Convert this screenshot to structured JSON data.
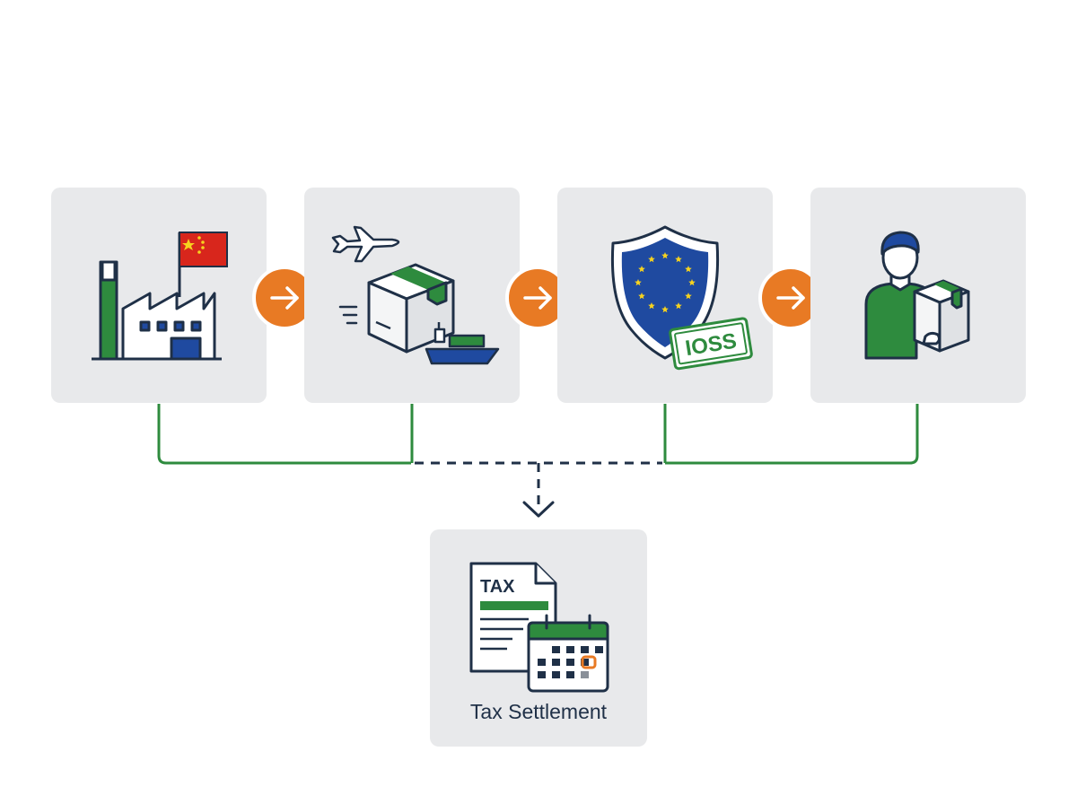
{
  "steps": [
    {
      "name": "factory",
      "flag_colors": [
        "#d8261c",
        "#f6d21f"
      ]
    },
    {
      "name": "shipping"
    },
    {
      "name": "ioss",
      "badge": "IOSS"
    },
    {
      "name": "customer"
    }
  ],
  "settlement": {
    "doc_text": "TAX",
    "label": "Tax Settlement"
  },
  "colors": {
    "card_bg": "#e8e9eb",
    "accent_orange": "#e87a24",
    "green": "#2e8b3e",
    "navy": "#1f3047",
    "eu_blue": "#1f4aa0",
    "eu_star": "#f6d21f"
  }
}
